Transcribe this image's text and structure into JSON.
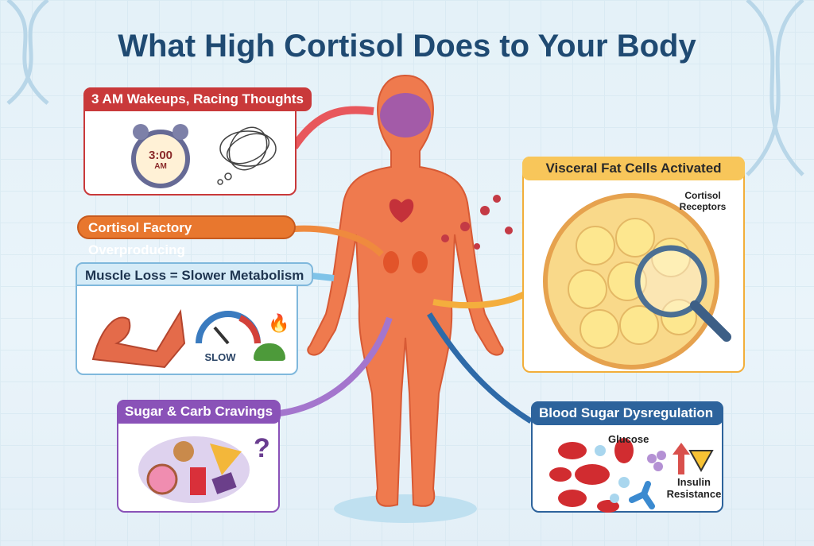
{
  "title": "What High Cortisol Does to Your Body",
  "panels": {
    "sleep": {
      "header": "3 AM Wakeups, Racing Thoughts",
      "clock_time": "3:00",
      "clock_ampm": "AM",
      "color": "#c9393a"
    },
    "factory": {
      "label": "Cortisol Factory Overproducing",
      "color": "#e8772e"
    },
    "muscle": {
      "header": "Muscle Loss = Slower Metabolism",
      "gauge_label": "SLOW",
      "color": "#7fb8dc"
    },
    "cravings": {
      "header": "Sugar & Carb Cravings",
      "question": "?",
      "color": "#8a52b8"
    },
    "fat": {
      "header": "Visceral Fat Cells Activated",
      "callout": "Cortisol Receptors",
      "color": "#f2ae3a"
    },
    "blood": {
      "header": "Blood Sugar Dysregulation",
      "glucose": "Glucose",
      "insulin": "Insulin Resistance",
      "color": "#2d639c"
    }
  },
  "icons": [
    "alarm-clock-icon",
    "tangled-thoughts-icon",
    "flexed-arm-icon",
    "speed-gauge-icon",
    "flame-icon",
    "turtle-icon",
    "cookie-icon",
    "donut-icon",
    "pizza-icon",
    "soda-icon",
    "chocolate-icon",
    "fat-cell-icon",
    "magnifier-icon",
    "red-blood-cell-icon",
    "glucose-hexagon-icon",
    "up-arrow-icon",
    "warning-icon",
    "insulin-receptor-icon",
    "brain-icon",
    "adrenal-gland-icon",
    "human-body-icon",
    "dna-icon"
  ]
}
